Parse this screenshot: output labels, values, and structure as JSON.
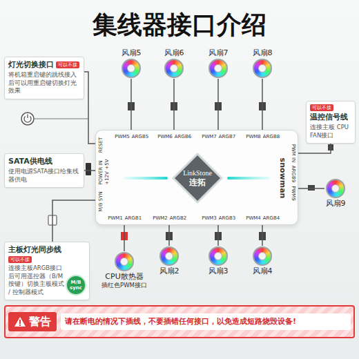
{
  "diagram": {
    "title": "集线器接口介绍",
    "nodes": [
      {
        "text": [
          "风扇5"
        ]
      },
      {
        "text": [
          "风扇6"
        ]
      },
      {
        "text": [
          "风扇7"
        ]
      },
      {
        "text": [
          "风扇8"
        ]
      },
      {
        "text": [
          "灯光切换接口",
          "可以不接",
          "将机箱重启键的跳线接入后可以用重启键切换灯光效果"
        ]
      },
      {
        "text": [
          "可以不接",
          "温控信号线",
          "连接主板 CPU FAN接口"
        ]
      },
      {
        "text": [
          "snowman"
        ]
      },
      {
        "text": [
          "LinkStone",
          "连拓"
        ],
        "in": 6
      },
      {
        "text": [
          "SATA供电线",
          "使用电源SATA接口给集线器供电"
        ]
      },
      {
        "text": [
          "风扇9"
        ]
      },
      {
        "text": [
          "主板灯光同步线",
          "可以不接",
          "连接主板ARGB接口后可用遥控器（B/M按键）切换主板模式 / 控制器模式"
        ]
      },
      {
        "text": [
          "M/B sync"
        ],
        "in": 10
      },
      {
        "text": [
          "CPU散热器",
          "插红色PWM接口"
        ]
      },
      {
        "text": [
          "风扇2"
        ]
      },
      {
        "text": [
          "风扇3"
        ]
      },
      {
        "text": [
          "风扇4"
        ]
      },
      {
        "text": [
          "警告",
          "请在断电的情况下插线，不要插错任何接口，以免造成短路烧毁设备!"
        ]
      }
    ],
    "edges": [
      {
        "from": 0,
        "to": 6,
        "arrow": "none"
      },
      {
        "from": 1,
        "to": 6,
        "arrow": "none"
      },
      {
        "from": 2,
        "to": 6,
        "arrow": "none"
      },
      {
        "from": 3,
        "to": 6,
        "arrow": "none"
      },
      {
        "from": 4,
        "to": 6,
        "arrow": "none"
      },
      {
        "from": 5,
        "to": 6,
        "arrow": "none"
      },
      {
        "from": 8,
        "to": 6,
        "arrow": "none"
      },
      {
        "from": 9,
        "to": 6,
        "arrow": "none"
      },
      {
        "from": 10,
        "to": 6,
        "arrow": "none"
      },
      {
        "from": 12,
        "to": 6,
        "arrow": "none"
      },
      {
        "from": 13,
        "to": 6,
        "arrow": "none"
      },
      {
        "from": 14,
        "to": 6,
        "arrow": "none"
      },
      {
        "from": 15,
        "to": 6,
        "arrow": "none"
      }
    ],
    "labels": [
      "PWM5",
      "ARGB5",
      "PWM6",
      "ARGB6",
      "PWM7",
      "ARGB7",
      "PWM8",
      "ARGB8",
      "RESET",
      "POWER IN",
      "+5V",
      "+12V",
      "M/B SYN",
      "PWM IN",
      "ARGB9",
      "PWM9",
      "PWM1",
      "ARGB1",
      "PWM2",
      "ARGB2",
      "PWM3",
      "ARGB3",
      "PWM4",
      "ARGB4"
    ]
  }
}
